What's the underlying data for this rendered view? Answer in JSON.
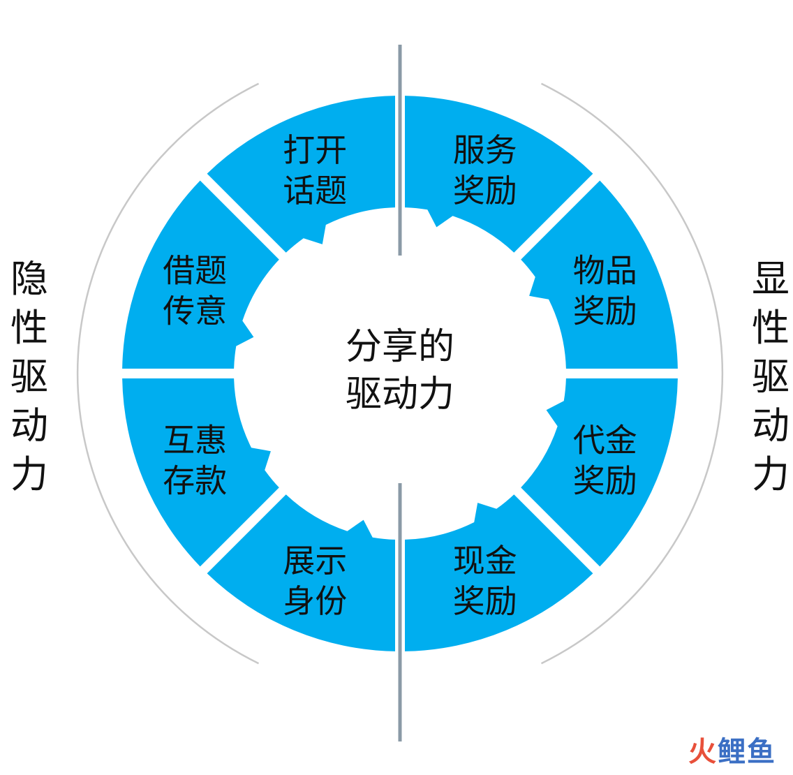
{
  "center": {
    "line1": "分享的",
    "line2": "驱动力"
  },
  "left_label": "隐性驱动力",
  "right_label": "显性驱动力",
  "segments": [
    {
      "line1": "服务",
      "line2": "奖励"
    },
    {
      "line1": "物品",
      "line2": "奖励"
    },
    {
      "line1": "代金",
      "line2": "奖励"
    },
    {
      "line1": "现金",
      "line2": "奖励"
    },
    {
      "line1": "展示",
      "line2": "身份"
    },
    {
      "line1": "互惠",
      "line2": "存款"
    },
    {
      "line1": "借题",
      "line2": "传意"
    },
    {
      "line1": "打开",
      "line2": "话题"
    }
  ],
  "watermark": {
    "part1": "火",
    "part2": "鲤鱼"
  },
  "colors": {
    "segment_fill": "#00AEEF",
    "divider": "#8A9AA6",
    "outer_arc": "#C8C8C8",
    "watermark_red": "#E8503A",
    "watermark_blue": "#3B6FC4"
  }
}
